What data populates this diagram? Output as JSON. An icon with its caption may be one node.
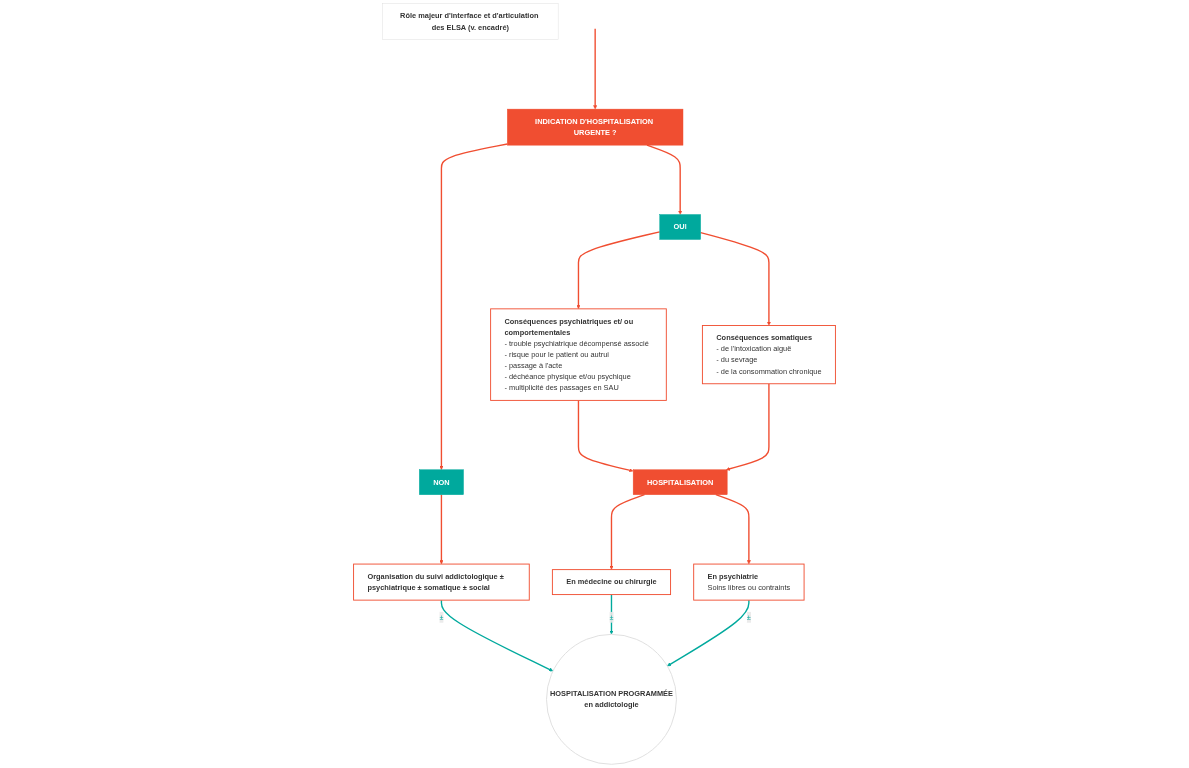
{
  "diagram": {
    "nodes": [
      {
        "text": [
          "Rôle majeur d'interface et d'articulation des ELSA (v. encadré)"
        ]
      },
      {
        "text": [
          "INDICATION D'HOSPITALISATION URGENTE ?"
        ]
      },
      {
        "text": [
          "OUI"
        ]
      },
      {
        "text": [
          "NON"
        ]
      },
      {
        "text": [
          "Conséquences psychiatriques et/ ou comportementales",
          "- trouble psychiatrique décompensé associé",
          "- risque pour le patient ou autrui",
          "- passage à l'acte",
          "- déchéance physique et/ou psychique",
          "- multiplicité des passages en SAU"
        ]
      },
      {
        "text": [
          "Conséquences somatiques",
          "- de l'intoxication aiguë",
          "- du sevrage",
          "- de la consommation chronique"
        ]
      },
      {
        "text": [
          "Organisation du suivi addictologique ± psychiatrique ± somatique ± social"
        ]
      },
      {
        "text": [
          "HOSPITALISATION"
        ]
      },
      {
        "text": [
          "En psychiatrie",
          "Soins libres ou contraints"
        ]
      },
      {
        "text": [
          "En médecine ou chirurgie"
        ]
      },
      {
        "text": [
          "HOSPITALISATION PROGRAMMÉE",
          "en addictologie"
        ]
      }
    ],
    "edges": [
      {
        "from": null,
        "to": 1,
        "arrow": "to"
      },
      {
        "from": 1,
        "to": 2,
        "arrow": "to"
      },
      {
        "from": 1,
        "to": 3,
        "arrow": "to"
      },
      {
        "from": 2,
        "to": 4,
        "arrow": "to"
      },
      {
        "from": 2,
        "to": 5,
        "arrow": "to"
      },
      {
        "from": 3,
        "to": 6,
        "arrow": "to"
      },
      {
        "from": 4,
        "to": 7,
        "arrow": "to"
      },
      {
        "from": 5,
        "to": 7,
        "arrow": "to"
      },
      {
        "from": 7,
        "to": 8,
        "arrow": "to"
      },
      {
        "from": 7,
        "to": 9,
        "arrow": "to"
      },
      {
        "from": 6,
        "to": 10,
        "arrow": "to",
        "label": "±",
        "color": "#00a99d"
      },
      {
        "from": 9,
        "to": 10,
        "arrow": "to",
        "label": "±",
        "color": "#00a99d"
      },
      {
        "from": 8,
        "to": 10,
        "arrow": "to",
        "label": "±",
        "color": "#00a99d"
      }
    ]
  }
}
